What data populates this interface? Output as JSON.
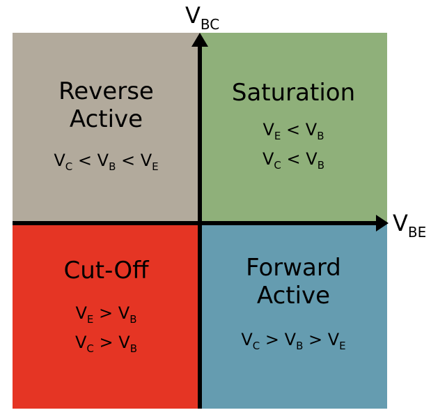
{
  "axes": {
    "y": {
      "base": "V",
      "sub": "BC"
    },
    "x": {
      "base": "V",
      "sub": "BE"
    }
  },
  "colors": {
    "reverse_active": "#b2aa9c",
    "saturation": "#8fb07a",
    "cut_off": "#e53524",
    "forward_active": "#659cb0",
    "axis": "#000000"
  },
  "quadrants": {
    "reverse_active": {
      "title": [
        "Reverse",
        "Active"
      ],
      "conditions": [
        {
          "parts": [
            [
              "V",
              "C"
            ],
            [
              "V",
              "B"
            ],
            [
              "V",
              "E"
            ]
          ],
          "ops": [
            "<",
            "<"
          ]
        }
      ]
    },
    "saturation": {
      "title": [
        "Saturation"
      ],
      "conditions": [
        {
          "parts": [
            [
              "V",
              "E"
            ],
            [
              "V",
              "B"
            ]
          ],
          "ops": [
            "<"
          ]
        },
        {
          "parts": [
            [
              "V",
              "C"
            ],
            [
              "V",
              "B"
            ]
          ],
          "ops": [
            "<"
          ]
        }
      ]
    },
    "cut_off": {
      "title": [
        "Cut-Off"
      ],
      "conditions": [
        {
          "parts": [
            [
              "V",
              "E"
            ],
            [
              "V",
              "B"
            ]
          ],
          "ops": [
            ">"
          ]
        },
        {
          "parts": [
            [
              "V",
              "C"
            ],
            [
              "V",
              "B"
            ]
          ],
          "ops": [
            ">"
          ]
        }
      ]
    },
    "forward_active": {
      "title": [
        "Forward",
        "Active"
      ],
      "conditions": [
        {
          "parts": [
            [
              "V",
              "C"
            ],
            [
              "V",
              "B"
            ],
            [
              "V",
              "E"
            ]
          ],
          "ops": [
            ">",
            ">"
          ]
        }
      ]
    }
  }
}
